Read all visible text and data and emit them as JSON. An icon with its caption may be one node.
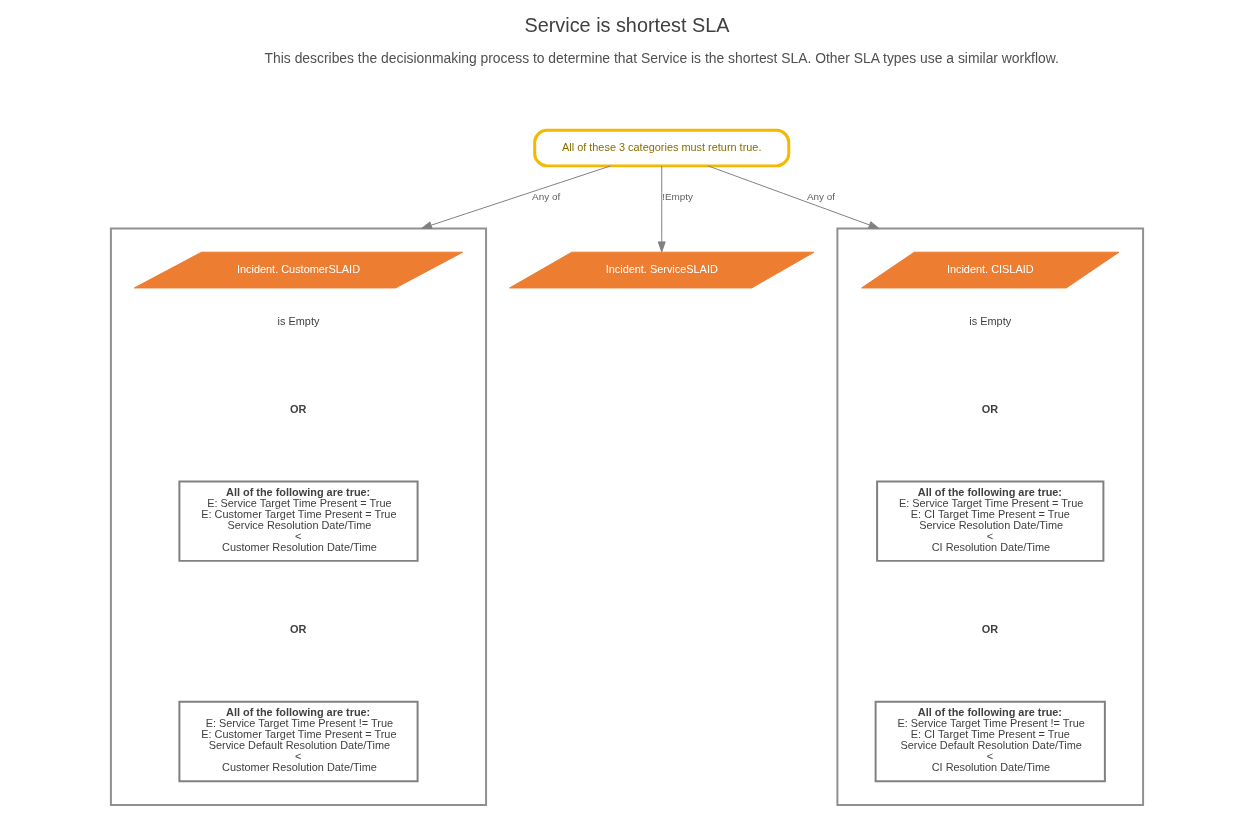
{
  "diagram": {
    "title": "Service is shortest SLA",
    "nodes": [
      {
        "text": [
          "All of these 3 categories must return true."
        ]
      },
      {
        "text": [],
        "shape": "box"
      },
      {
        "text": [
          "Incident. CustomerSLAID"
        ],
        "beside": [
          "is Empty"
        ],
        "in": 1
      },
      {
        "text": [
          "All of the following are true:",
          "E: Service Target Time Present = True",
          "E: Customer Target Time Present = True",
          "Service Resolution Date/Time",
          "<",
          "Customer Resolution Date/Time"
        ],
        "in": 1
      },
      {
        "text": [
          "All of the following are true:",
          "E: Service Target Time Present != True",
          "E: Customer Target Time Present = True",
          "Service Default Resolution Date/Time",
          "<",
          "Customer Resolution Date/Time"
        ],
        "in": 1
      },
      {
        "text": [
          "Incident. ServiceSLAID"
        ]
      },
      {
        "text": [],
        "shape": "box"
      },
      {
        "text": [
          "Incident. CISLAID"
        ],
        "beside": [
          "is Empty"
        ],
        "in": 6
      },
      {
        "text": [
          "All of the following are true:",
          "E: Service Target Time Present = True",
          "E: CI Target Time Present = True",
          "Service Resolution Date/Time",
          "<",
          "CI Resolution Date/Time"
        ],
        "in": 6
      },
      {
        "text": [
          "All of the following are true:",
          "E: Service Target Time Present != True",
          "E: CI Target Time Present = True",
          "Service Default Resolution Date/Time",
          "<",
          "CI Resolution Date/Time"
        ],
        "in": 6
      }
    ],
    "edges": [
      {
        "from": 0,
        "to": 1,
        "arrow": "to",
        "label": "Any of"
      },
      {
        "from": 0,
        "to": 5,
        "arrow": "to",
        "label": "!Empty"
      },
      {
        "from": 0,
        "to": 6,
        "arrow": "to",
        "label": "Any of"
      }
    ],
    "labels": [
      "This describes the decisionmaking process to determine that Service is the shortest SLA. Other SLA types use a similar workflow.",
      "OR",
      "OR",
      "OR",
      "OR"
    ]
  }
}
